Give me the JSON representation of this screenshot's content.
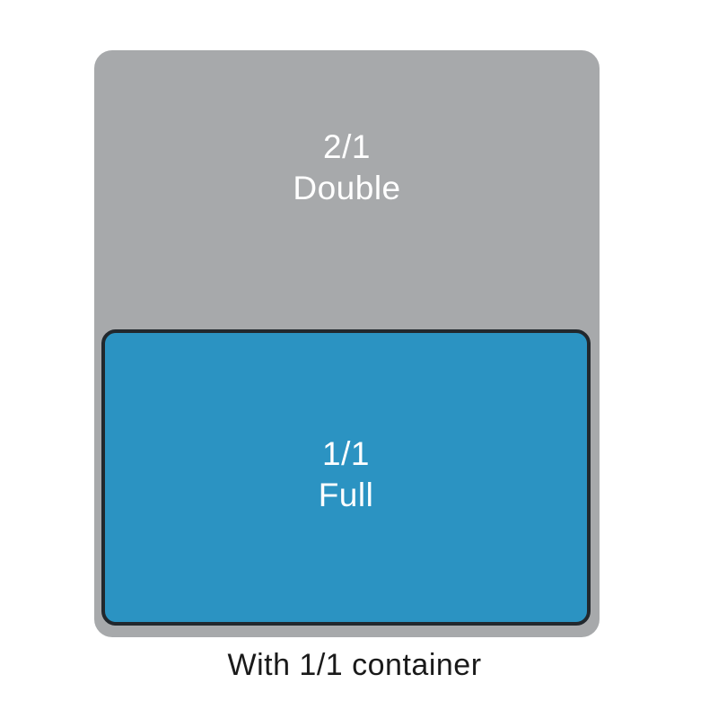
{
  "diagram": {
    "double_container": {
      "size": "2/1",
      "name": "Double"
    },
    "full_container": {
      "size": "1/1",
      "name": "Full"
    },
    "caption": "With 1/1 container",
    "colors": {
      "double_fill": "#a7a9ab",
      "full_fill": "#2b93c2",
      "full_border": "#22282d",
      "label_text": "#ffffff",
      "caption_text": "#1a1a1a",
      "background": "#ffffff"
    }
  }
}
